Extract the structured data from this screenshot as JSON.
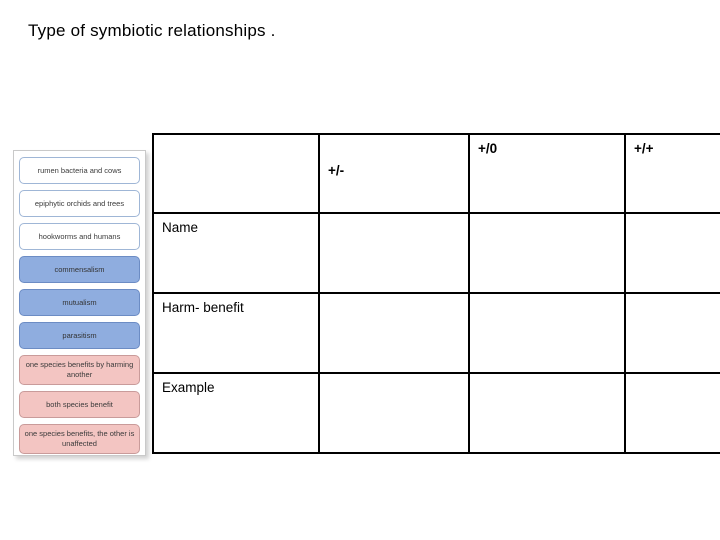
{
  "slide": {
    "title": "Type of symbiotic relationships ."
  },
  "word_bank": {
    "name": "drag-and-drop word bank",
    "items": [
      {
        "label": "rumen bacteria and cows",
        "style": "plain"
      },
      {
        "label": "epiphytic orchids and trees",
        "style": "plain"
      },
      {
        "label": "hookworms and humans",
        "style": "plain"
      },
      {
        "label": "commensalism",
        "style": "blue"
      },
      {
        "label": "mutualism",
        "style": "blue"
      },
      {
        "label": "parasitism",
        "style": "blue"
      },
      {
        "label": "one species benefits by harming another",
        "style": "pink"
      },
      {
        "label": "both species benefit",
        "style": "pink"
      },
      {
        "label": "one species benefits, the other is unaffected",
        "style": "pink"
      }
    ],
    "colors": {
      "plain_fill": "#ffffff",
      "plain_border": "#9fb6d6",
      "blue_fill": "#8faddf",
      "blue_border": "#6c8cc4",
      "pink_fill": "#f3c5c2",
      "pink_border": "#c99b9a",
      "panel_border": "#c9c9c9"
    }
  },
  "matrix": {
    "corner_label": "",
    "columns": [
      "+/-",
      "+/0",
      "+/+"
    ],
    "rows": [
      {
        "label": "Name",
        "cells": [
          "",
          "",
          ""
        ]
      },
      {
        "label": "Harm- benefit",
        "cells": [
          "",
          "",
          ""
        ]
      },
      {
        "label": "Example",
        "cells": [
          "",
          "",
          ""
        ]
      }
    ]
  }
}
